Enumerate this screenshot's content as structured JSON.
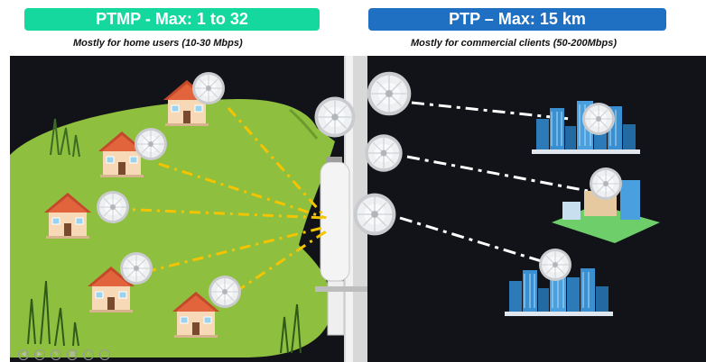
{
  "left_panel": {
    "title": "PTMP - Max: 1 to 32",
    "subtitle": "Mostly for home users  (10-30 Mbps)"
  },
  "right_panel": {
    "title": "PTP – Max: 15 km",
    "subtitle": "Mostly for commercial clients (50-200Mbps)"
  },
  "colors": {
    "ptmp_banner": "#14d89e",
    "ptp_banner": "#1f6fc2",
    "lily_pad": "#8fbf3f",
    "scene_background": "#111318",
    "ptmp_link": "#f5c400",
    "ptp_link": "#ffffff"
  },
  "icons": {
    "house": "house-icon",
    "dish_antenna": "dish-antenna-icon",
    "sector_antenna": "sector-antenna-icon",
    "city_buildings": "city-buildings-icon"
  }
}
